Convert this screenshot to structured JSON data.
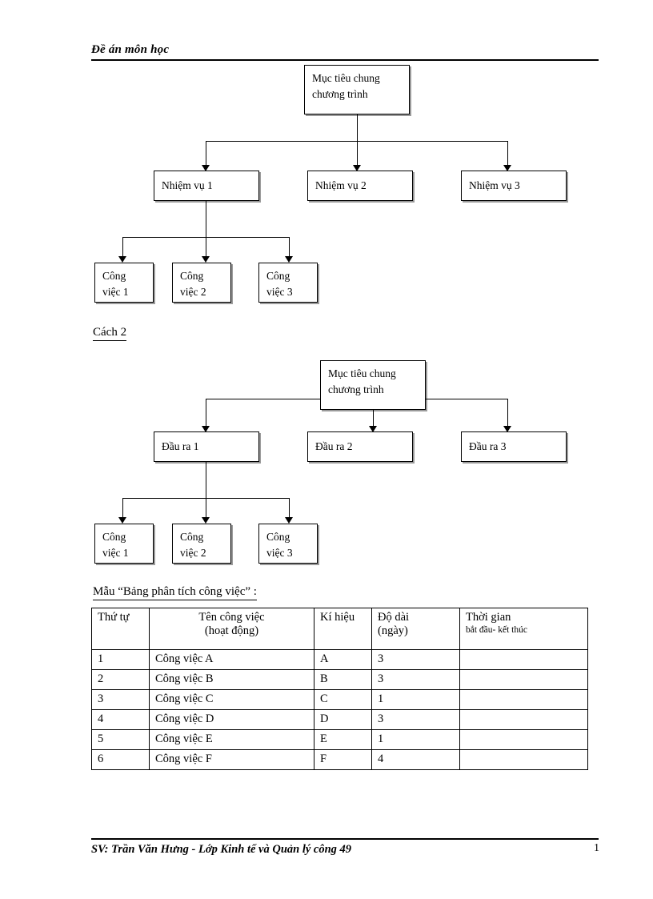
{
  "header": {
    "title": "Đề án môn học"
  },
  "footer": {
    "text": "SV: Trần Văn Hưng - Lớp Kinh tế và Quản lý công 49",
    "page_number": "1"
  },
  "diagram1": {
    "root": "Mục tiêu chung\nchương trình",
    "level1": [
      "Nhiệm vụ 1",
      "Nhiệm vụ 2",
      "Nhiệm vụ 3"
    ],
    "level2": [
      "Công\nviệc 1",
      "Công\nviệc 2",
      "Công\nviệc 3"
    ]
  },
  "section2": {
    "label": "Cách 2"
  },
  "diagram2": {
    "root": "Mục tiêu chung\nchương trình",
    "level1": [
      "Đầu ra 1",
      "Đầu ra 2",
      "Đầu ra 3"
    ],
    "level2": [
      "Công\nviệc 1",
      "Công\nviệc 2",
      "Công\nviệc 3"
    ]
  },
  "table_section": {
    "label": "Mẫu “Bảng phân tích công việc” :",
    "headers": {
      "stt": "Thứ tự",
      "name_line1": "Tên công việc",
      "name_line2": "(hoạt động)",
      "symbol": "Kí hiệu",
      "duration_line1": "Độ dài",
      "duration_line2": "(ngày)",
      "time_line1": "Thời gian",
      "time_line2": "bắt đầu- kết thúc"
    },
    "rows": [
      {
        "stt": "1",
        "name": "Công việc A",
        "symbol": "A",
        "duration": "3",
        "time": ""
      },
      {
        "stt": "2",
        "name": "Công việc B",
        "symbol": "B",
        "duration": "3",
        "time": ""
      },
      {
        "stt": "3",
        "name": "Công việc C",
        "symbol": "C",
        "duration": "1",
        "time": ""
      },
      {
        "stt": "4",
        "name": "Công việc D",
        "symbol": "D",
        "duration": "3",
        "time": ""
      },
      {
        "stt": "5",
        "name": "Công việc E",
        "symbol": "E",
        "duration": "1",
        "time": ""
      },
      {
        "stt": "6",
        "name": "Công việc F",
        "symbol": "F",
        "duration": "4",
        "time": ""
      }
    ]
  }
}
